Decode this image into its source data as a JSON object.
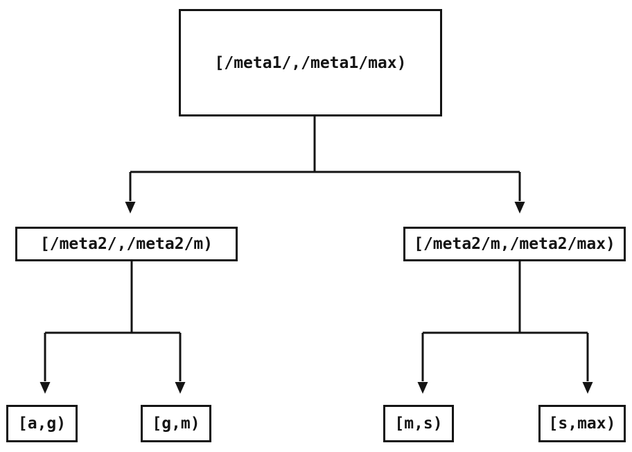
{
  "tree": {
    "type": "binary-interval-partition-tree",
    "root": {
      "label": "[/meta1/,/meta1/max)",
      "children": [
        {
          "label": "[/meta2/,/meta2/m)",
          "children": [
            {
              "label": "[a,g)"
            },
            {
              "label": "[g,m)"
            }
          ]
        },
        {
          "label": "[/meta2/m,/meta2/max)",
          "children": [
            {
              "label": "[m,s)"
            },
            {
              "label": "[s,max)"
            }
          ]
        }
      ]
    }
  },
  "colors": {
    "line": "#141414",
    "background": "#ffffff",
    "box_fill": "#ffffff"
  }
}
